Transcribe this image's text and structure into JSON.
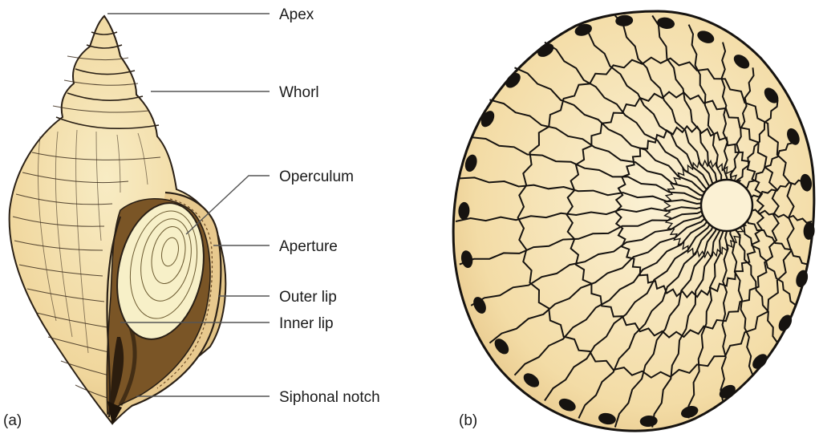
{
  "figure": {
    "panel_a": {
      "tag": "(a)",
      "labels": {
        "apex": "Apex",
        "whorl": "Whorl",
        "operculum": "Operculum",
        "aperture": "Aperture",
        "outer_lip": "Outer lip",
        "inner_lip": "Inner lip",
        "siphonal_notch": "Siphonal notch"
      }
    },
    "panel_b": {
      "tag": "(b)"
    }
  },
  "colors": {
    "shell_fill": "#f3dca6",
    "shell_shade": "#d9b878",
    "operculum_fill": "#f7f0c8",
    "ink": "#161310"
  }
}
